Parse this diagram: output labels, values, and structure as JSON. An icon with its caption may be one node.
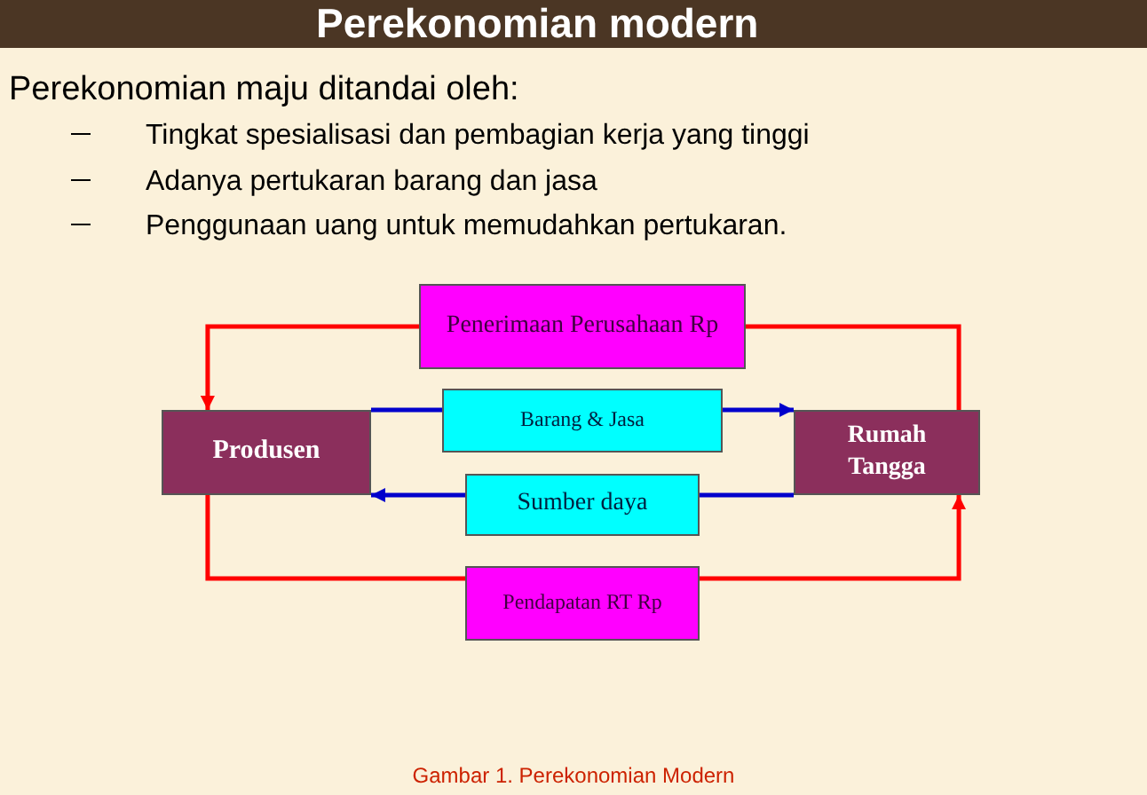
{
  "diagram": {
    "title": "Perekonomian modern",
    "caption": "Gambar 1. Perekonomian Modern",
    "nodes": [
      {
        "text": [
          "Produsen"
        ]
      },
      {
        "text": [
          "Rumah Tangga"
        ]
      },
      {
        "text": [
          "Penerimaan Perusahaan Rp"
        ]
      },
      {
        "text": [
          "Barang & Jasa"
        ]
      },
      {
        "text": [
          "Sumber daya"
        ]
      },
      {
        "text": [
          "Pendapatan RT Rp"
        ]
      }
    ],
    "edges": [
      {
        "from": 1,
        "to": 2,
        "arrow": "none",
        "color": "#ff0000"
      },
      {
        "from": 2,
        "to": 0,
        "arrow": "to",
        "color": "#ff0000"
      },
      {
        "from": 0,
        "to": 3,
        "arrow": "none",
        "color": "#0000cc"
      },
      {
        "from": 3,
        "to": 1,
        "arrow": "to",
        "color": "#0000cc"
      },
      {
        "from": 1,
        "to": 4,
        "arrow": "none",
        "color": "#0000cc"
      },
      {
        "from": 4,
        "to": 0,
        "arrow": "to",
        "color": "#0000cc"
      },
      {
        "from": 0,
        "to": 5,
        "arrow": "none",
        "color": "#ff0000"
      },
      {
        "from": 5,
        "to": 1,
        "arrow": "to",
        "color": "#ff0000"
      }
    ],
    "labels": [
      "Perekonomian maju ditandai oleh:",
      "Tingkat spesialisasi dan pembagian kerja yang tinggi",
      "Adanya pertukaran barang dan jasa",
      "Penggunaan uang untuk memudahkan pertukaran."
    ]
  }
}
